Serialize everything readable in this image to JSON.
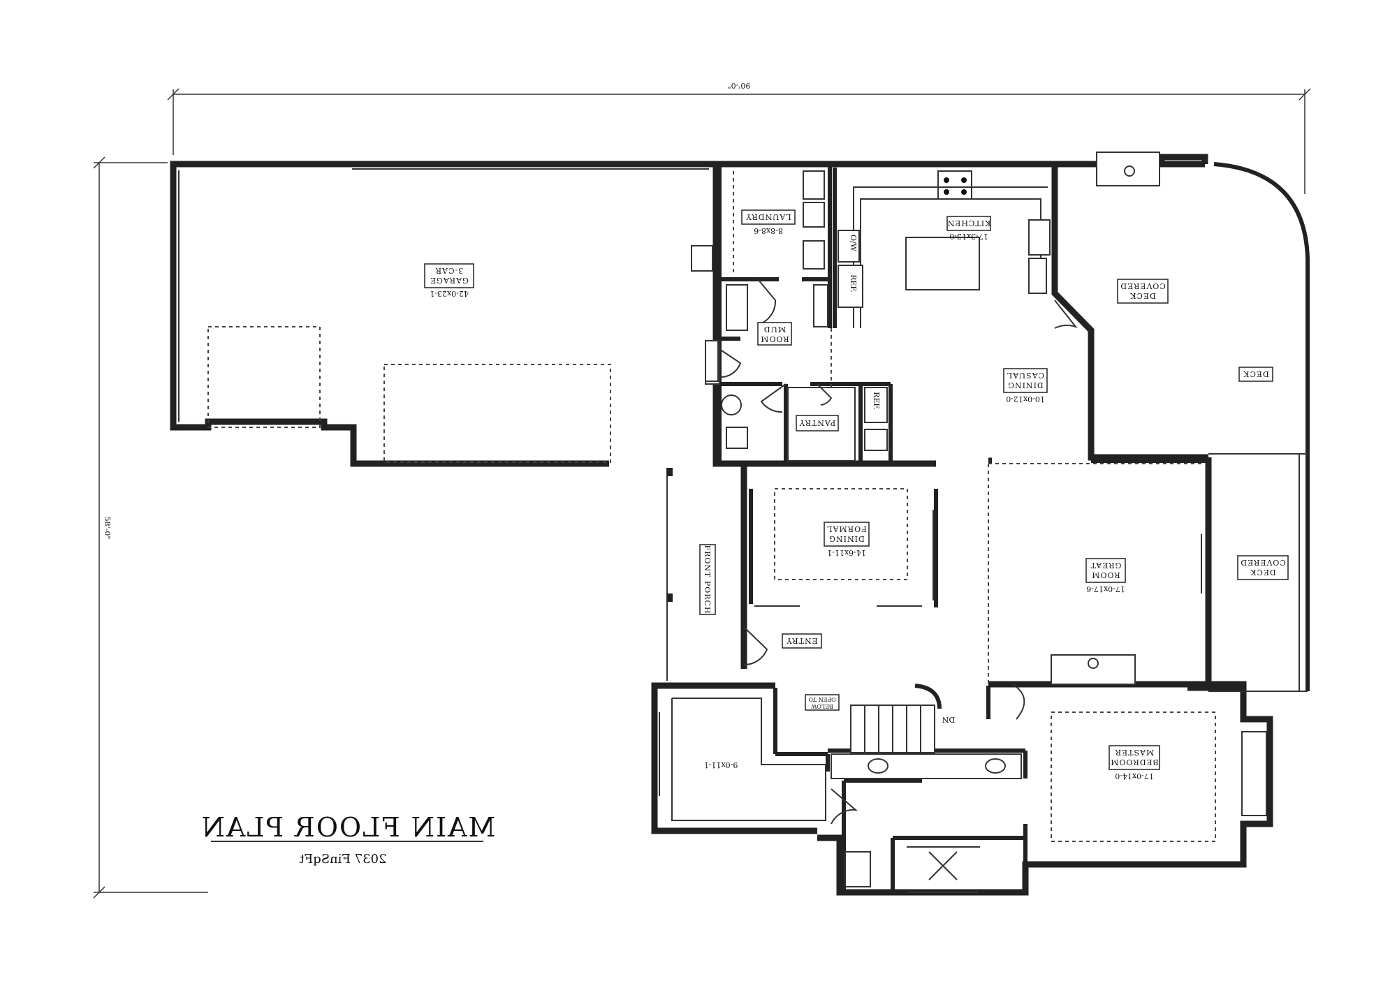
{
  "title": {
    "name": "MAIN FLOOR PLAN",
    "area": "2037 FinSqFt"
  },
  "dimensions": {
    "width": "90'-0\"",
    "depth": "58'-0\""
  },
  "rooms": {
    "garage": {
      "line1": "3-CAR",
      "line2": "GARAGE",
      "size": "42-0x23-1"
    },
    "laundry": {
      "line1": "LAUNDRY",
      "size": "8-8x8-6"
    },
    "mud_room": {
      "line1": "MUD",
      "line2": "ROOM"
    },
    "pantry": {
      "line1": "PANTRY"
    },
    "kitchen": {
      "line1": "KITCHEN",
      "size": "17-3x13-0"
    },
    "casual_dining": {
      "line1": "CASUAL",
      "line2": "DINING",
      "size": "10-0x12-0"
    },
    "covered_deck_top": {
      "line1": "COVERED",
      "line2": "DECK"
    },
    "deck": {
      "line1": "DECK"
    },
    "covered_deck_side": {
      "line1": "COVERED",
      "line2": "DECK"
    },
    "formal_dining": {
      "line1": "FORMAL",
      "line2": "DINING",
      "size": "14-6x11-1"
    },
    "great_room": {
      "line1": "GREAT",
      "line2": "ROOM",
      "size": "17-0x17-6"
    },
    "front_porch": {
      "line1": "FRONT PORCH"
    },
    "entry": {
      "line1": "ENTRY"
    },
    "open_below": {
      "line1": "OPEN TO",
      "line2": "BELOW"
    },
    "office": {
      "size": "9-0x11-1"
    },
    "master_bedroom": {
      "line1": "MASTER",
      "line2": "BEDROOM",
      "size": "17-0x14-0"
    }
  },
  "fixtures": {
    "ref_kitchen": "REF.",
    "oven": "O/W",
    "ref_pantry": "REF.",
    "stair_dn": "DN"
  }
}
